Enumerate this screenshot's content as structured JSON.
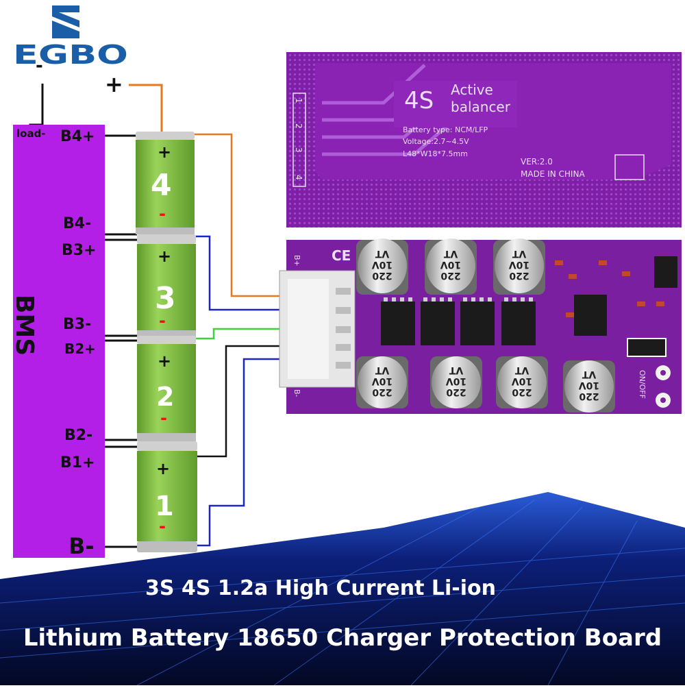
{
  "brand": {
    "name": "EGBO"
  },
  "load": {
    "minus_sign": "-",
    "plus_sign": "+",
    "label": "load-"
  },
  "bms": {
    "title": "BMS",
    "terminals": [
      "B4+",
      "B4-",
      "B3+",
      "B3-",
      "B2+",
      "B2-",
      "B1+",
      "B-"
    ]
  },
  "cells": [
    {
      "number": "4",
      "plus": "+",
      "minus": "-"
    },
    {
      "number": "3",
      "plus": "+",
      "minus": "-"
    },
    {
      "number": "2",
      "plus": "+",
      "minus": "-"
    },
    {
      "number": "1",
      "plus": "+",
      "minus": "-"
    }
  ],
  "board_back": {
    "title_big": "4S",
    "title_line1": "Active",
    "title_line2": "balancer",
    "battery_type": "Battery   type:  NCM/LFP",
    "voltage": "Voltage:2.7~4.5V",
    "dimensions": "L48*W18*7.5mm",
    "version": "VER:2.0",
    "made_in": "MADE  IN  CHINA",
    "pad_labels": [
      "1",
      "2",
      "3",
      "4"
    ]
  },
  "board_front": {
    "ce_mark": "CE",
    "b_plus": "B+",
    "b_minus": "B-",
    "switch_label": "ON/OFF",
    "capacitor_text": {
      "line1": "220",
      "line2": "10V",
      "line3": "VT"
    }
  },
  "captions": [
    "3S 4S 1.2a High Current Li-ion",
    "Lithium Battery 18650 Charger Protection Board"
  ],
  "colors": {
    "bms": "#b31fe6",
    "cell_green": "#7cc13d",
    "pcb_purple": "#7f1fa6",
    "wire_orange": "#e8781e",
    "wire_blue": "#1a24c8",
    "wire_green": "#3fd23a",
    "background_dark": "#040c3a"
  }
}
